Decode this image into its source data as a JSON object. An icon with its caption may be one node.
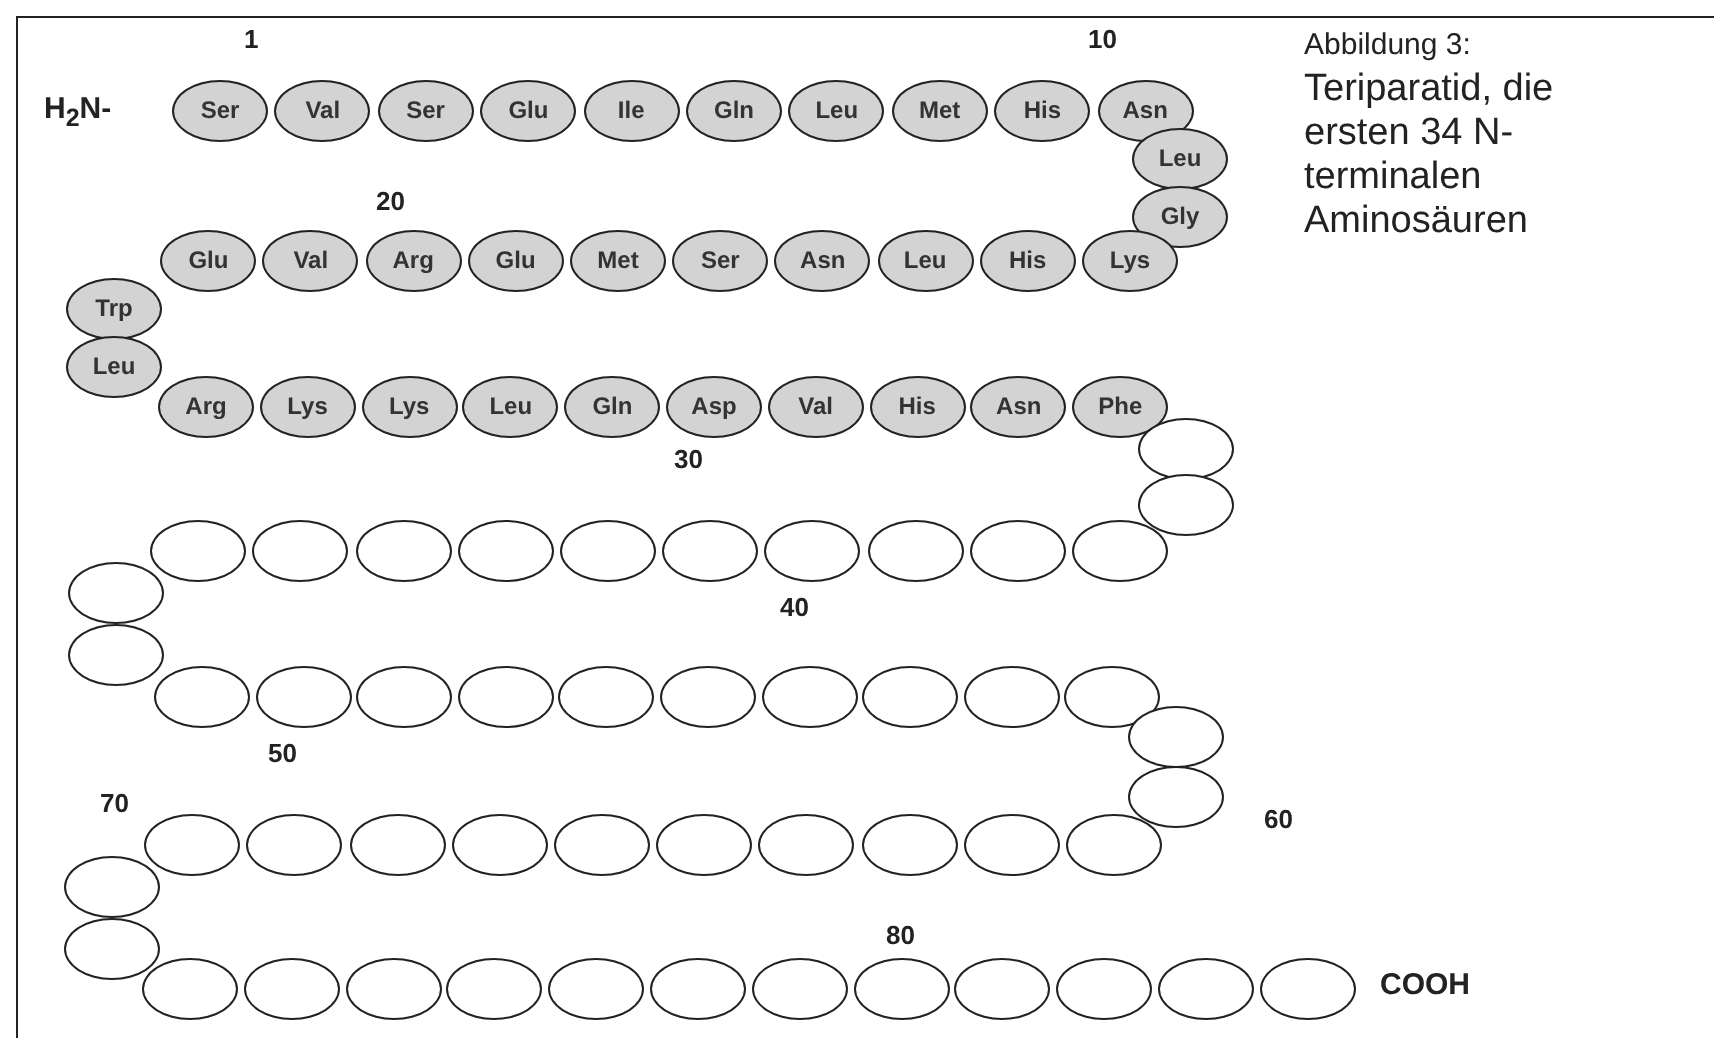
{
  "diagram": {
    "title": "Abbildung 3:",
    "caption": "Teriparatid, die ersten 34 N-terminalen Aminosäuren",
    "nodes": [
      {
        "text": [
          "Ser"
        ]
      },
      {
        "text": [
          "Val"
        ]
      },
      {
        "text": [
          "Ser"
        ]
      },
      {
        "text": [
          "Glu"
        ]
      },
      {
        "text": [
          "Ile"
        ]
      },
      {
        "text": [
          "Gln"
        ]
      },
      {
        "text": [
          "Leu"
        ]
      },
      {
        "text": [
          "Met"
        ]
      },
      {
        "text": [
          "His"
        ]
      },
      {
        "text": [
          "Asn"
        ]
      },
      {
        "text": [
          "Leu"
        ]
      },
      {
        "text": [
          "Gly"
        ]
      },
      {
        "text": [
          "Lys"
        ]
      },
      {
        "text": [
          "His"
        ]
      },
      {
        "text": [
          "Leu"
        ]
      },
      {
        "text": [
          "Asn"
        ]
      },
      {
        "text": [
          "Ser"
        ]
      },
      {
        "text": [
          "Met"
        ]
      },
      {
        "text": [
          "Glu"
        ]
      },
      {
        "text": [
          "Arg"
        ]
      },
      {
        "text": [
          "Val"
        ]
      },
      {
        "text": [
          "Glu"
        ]
      },
      {
        "text": [
          "Trp"
        ]
      },
      {
        "text": [
          "Leu"
        ]
      },
      {
        "text": [
          "Arg"
        ]
      },
      {
        "text": [
          "Lys"
        ]
      },
      {
        "text": [
          "Lys"
        ]
      },
      {
        "text": [
          "Leu"
        ]
      },
      {
        "text": [
          "Gln"
        ]
      },
      {
        "text": [
          "Asp"
        ]
      },
      {
        "text": [
          "Val"
        ]
      },
      {
        "text": [
          "His"
        ]
      },
      {
        "text": [
          "Asn"
        ]
      },
      {
        "text": [
          "Phe"
        ]
      },
      {
        "text": [],
        "shape": "ellipse"
      },
      {
        "text": [],
        "shape": "ellipse"
      },
      {
        "text": [],
        "shape": "ellipse"
      },
      {
        "text": [],
        "shape": "ellipse"
      },
      {
        "text": [],
        "shape": "ellipse"
      },
      {
        "text": [],
        "shape": "ellipse"
      },
      {
        "text": [],
        "shape": "ellipse"
      },
      {
        "text": [],
        "shape": "ellipse"
      },
      {
        "text": [],
        "shape": "ellipse"
      },
      {
        "text": [],
        "shape": "ellipse"
      },
      {
        "text": [],
        "shape": "ellipse"
      },
      {
        "text": [],
        "shape": "ellipse"
      },
      {
        "text": [],
        "shape": "ellipse"
      },
      {
        "text": [],
        "shape": "ellipse"
      },
      {
        "text": [],
        "shape": "ellipse"
      },
      {
        "text": [],
        "shape": "ellipse"
      },
      {
        "text": [],
        "shape": "ellipse"
      },
      {
        "text": [],
        "shape": "ellipse"
      },
      {
        "text": [],
        "shape": "ellipse"
      },
      {
        "text": [],
        "shape": "ellipse"
      },
      {
        "text": [],
        "shape": "ellipse"
      },
      {
        "text": [],
        "shape": "ellipse"
      },
      {
        "text": [],
        "shape": "ellipse"
      },
      {
        "text": [],
        "shape": "ellipse"
      },
      {
        "text": [],
        "shape": "ellipse"
      },
      {
        "text": [],
        "shape": "ellipse"
      },
      {
        "text": [],
        "shape": "ellipse"
      },
      {
        "text": [],
        "shape": "ellipse"
      },
      {
        "text": [],
        "shape": "ellipse"
      },
      {
        "text": [],
        "shape": "ellipse"
      },
      {
        "text": [],
        "shape": "ellipse"
      },
      {
        "text": [],
        "shape": "ellipse"
      },
      {
        "text": [],
        "shape": "ellipse"
      },
      {
        "text": [],
        "shape": "ellipse"
      },
      {
        "text": [],
        "shape": "ellipse"
      },
      {
        "text": [],
        "shape": "ellipse"
      },
      {
        "text": [],
        "shape": "ellipse"
      },
      {
        "text": [],
        "shape": "ellipse"
      },
      {
        "text": [],
        "shape": "ellipse"
      },
      {
        "text": [],
        "shape": "ellipse"
      },
      {
        "text": [],
        "shape": "ellipse"
      },
      {
        "text": [],
        "shape": "ellipse"
      },
      {
        "text": [],
        "shape": "ellipse"
      },
      {
        "text": [],
        "shape": "ellipse"
      },
      {
        "text": [],
        "shape": "ellipse"
      },
      {
        "text": [],
        "shape": "ellipse"
      },
      {
        "text": [],
        "shape": "ellipse"
      },
      {
        "text": [],
        "shape": "ellipse"
      },
      {
        "text": [],
        "shape": "ellipse"
      },
      {
        "text": [],
        "shape": "ellipse"
      }
    ],
    "labels": [
      "1",
      "10",
      "H$_{2}$N-",
      "20",
      "30",
      "40",
      "50",
      "70",
      "60",
      "80",
      "COOH"
    ]
  }
}
